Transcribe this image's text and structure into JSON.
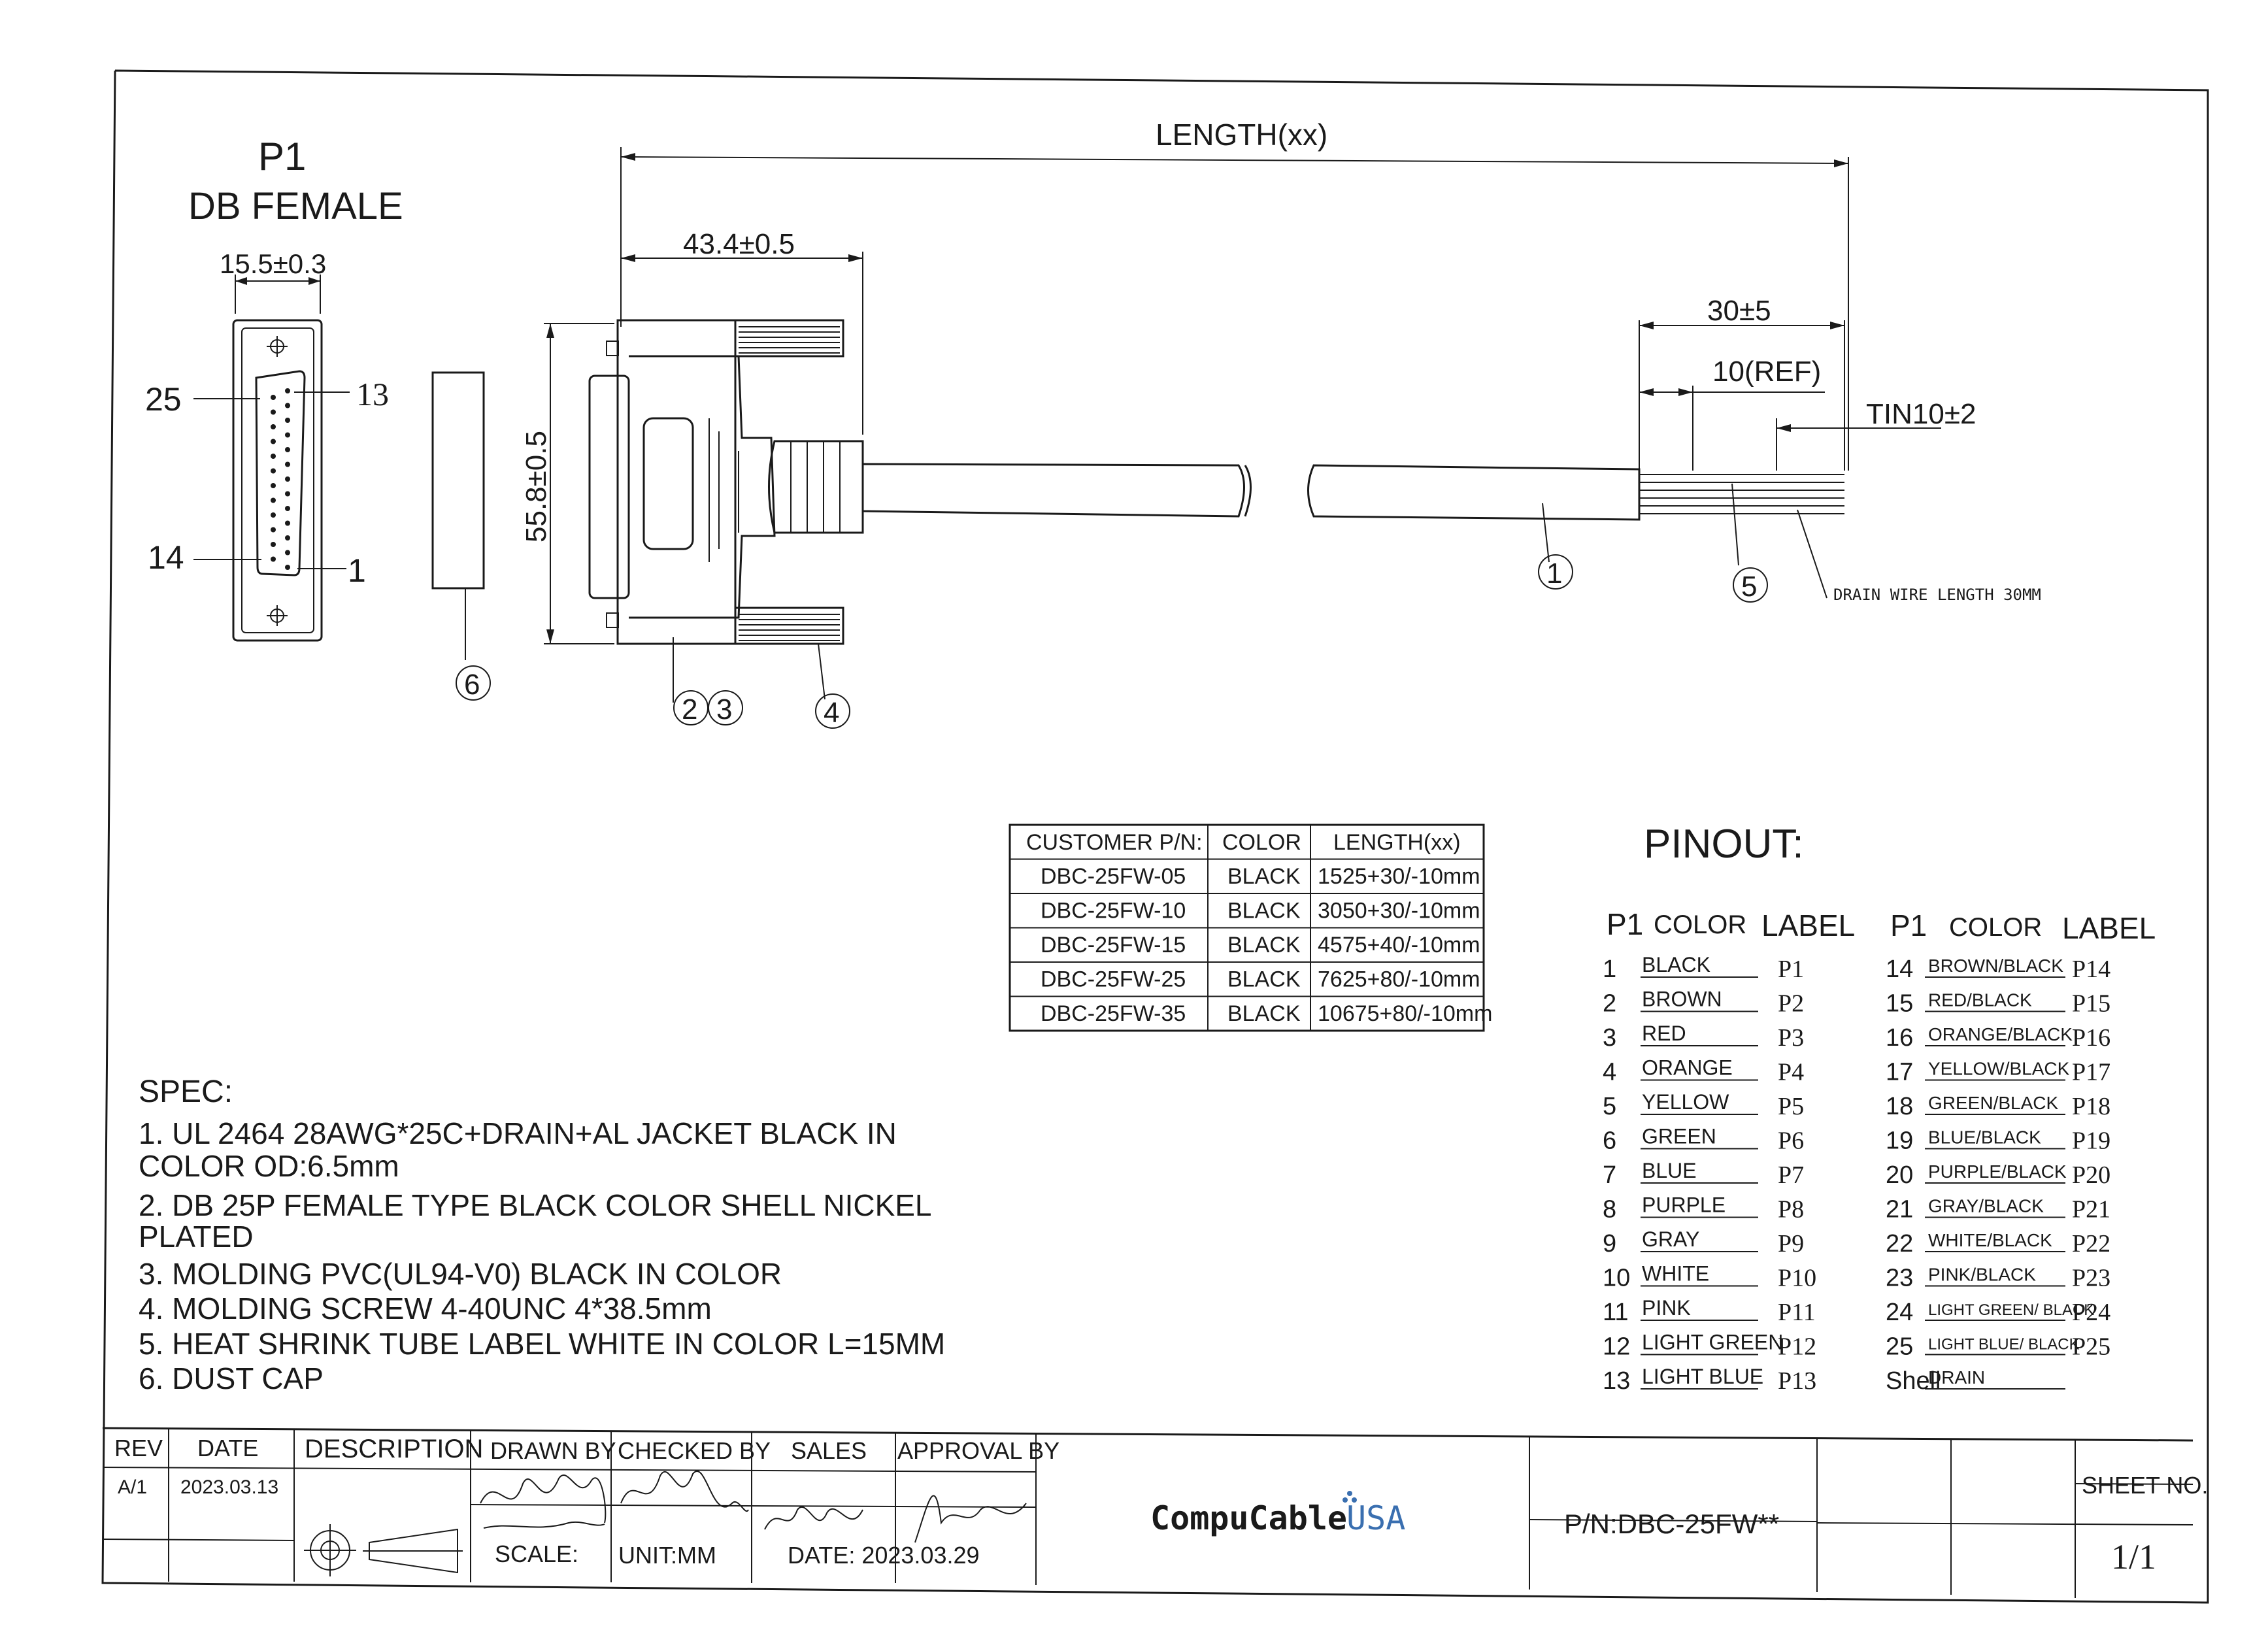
{
  "drawing": {
    "p1_title": "P1",
    "p1_subtitle": "DB FEMALE",
    "dim_width": "15.5±0.3",
    "dim_length": "LENGTH(xx)",
    "dim_overmold": "43.4±0.5",
    "dim_height": "55.8±0.5",
    "dim_strip": "30±5",
    "dim_ref": "10(REF)",
    "dim_tin": "TIN10±2",
    "drain_note": "DRAIN WIRE LENGTH 30MM",
    "pin_25": "25",
    "pin_13": "13",
    "pin_14": "14",
    "pin_1": "1",
    "callout_1": "1",
    "callout_2": "2",
    "callout_3": "3",
    "callout_4": "4",
    "callout_5": "5",
    "callout_6": "6"
  },
  "customer_table": {
    "headers": [
      "CUSTOMER P/N:",
      "COLOR",
      "LENGTH(xx)"
    ],
    "rows": [
      [
        "DBC-25FW-05",
        "BLACK",
        "1525+30/-10mm"
      ],
      [
        "DBC-25FW-10",
        "BLACK",
        "3050+30/-10mm"
      ],
      [
        "DBC-25FW-15",
        "BLACK",
        "4575+40/-10mm"
      ],
      [
        "DBC-25FW-25",
        "BLACK",
        "7625+80/-10mm"
      ],
      [
        "DBC-25FW-35",
        "BLACK",
        "10675+80/-10mm"
      ]
    ]
  },
  "pinout": {
    "title": "PINOUT:",
    "header_p1": "P1",
    "header_color": "COLOR",
    "header_label": "LABEL",
    "left": [
      [
        "1",
        "BLACK",
        "P1"
      ],
      [
        "2",
        "BROWN",
        "P2"
      ],
      [
        "3",
        "RED",
        "P3"
      ],
      [
        "4",
        "ORANGE",
        "P4"
      ],
      [
        "5",
        "YELLOW",
        "P5"
      ],
      [
        "6",
        "GREEN",
        "P6"
      ],
      [
        "7",
        "BLUE",
        "P7"
      ],
      [
        "8",
        "PURPLE",
        "P8"
      ],
      [
        "9",
        "GRAY",
        "P9"
      ],
      [
        "10",
        "WHITE",
        "P10"
      ],
      [
        "11",
        "PINK",
        "P11"
      ],
      [
        "12",
        "LIGHT GREEN",
        "P12"
      ],
      [
        "13",
        "LIGHT BLUE",
        "P13"
      ]
    ],
    "right": [
      [
        "14",
        "BROWN/BLACK",
        "P14"
      ],
      [
        "15",
        "RED/BLACK",
        "P15"
      ],
      [
        "16",
        "ORANGE/BLACK",
        "P16"
      ],
      [
        "17",
        "YELLOW/BLACK",
        "P17"
      ],
      [
        "18",
        "GREEN/BLACK",
        "P18"
      ],
      [
        "19",
        "BLUE/BLACK",
        "P19"
      ],
      [
        "20",
        "PURPLE/BLACK",
        "P20"
      ],
      [
        "21",
        "GRAY/BLACK",
        "P21"
      ],
      [
        "22",
        "WHITE/BLACK",
        "P22"
      ],
      [
        "23",
        "PINK/BLACK",
        "P23"
      ],
      [
        "24",
        "LIGHT GREEN/ BLACK",
        "P24"
      ],
      [
        "25",
        "LIGHT BLUE/ BLACK",
        "P25"
      ],
      [
        "Shell",
        "DRAIN",
        ""
      ]
    ]
  },
  "spec": {
    "title": "SPEC:",
    "lines": [
      "1.  UL 2464  28AWG*25C+DRAIN+AL  JACKET BLACK IN",
      "COLOR  OD:6.5mm",
      "2. DB 25P FEMALE TYPE BLACK COLOR SHELL NICKEL",
      "PLATED",
      "3. MOLDING PVC(UL94-V0) BLACK IN COLOR",
      "4. MOLDING SCREW 4-40UNC 4*38.5mm",
      "5. HEAT SHRINK TUBE LABEL WHITE IN COLOR L=15MM",
      "6. DUST CAP"
    ]
  },
  "title_block": {
    "rev_label": "REV",
    "date_label": "DATE",
    "desc_label": "DESCRIPTION",
    "drawn_by": "DRAWN BY",
    "checked_by": "CHECKED BY",
    "sales": "SALES",
    "approval_by": "APPROVAL BY",
    "rev_value": "A/1",
    "date_value": "2023.03.13",
    "scale": "SCALE:",
    "unit": "UNIT:MM",
    "date2": "DATE: 2023.03.29",
    "brand_a": "CompuCable",
    "brand_b": "USA",
    "pn": "P/N:DBC-25FW**",
    "sheet_label": "SHEET NO.",
    "sheet_value": "1/1",
    "brand_color": "#3a6fb0"
  }
}
